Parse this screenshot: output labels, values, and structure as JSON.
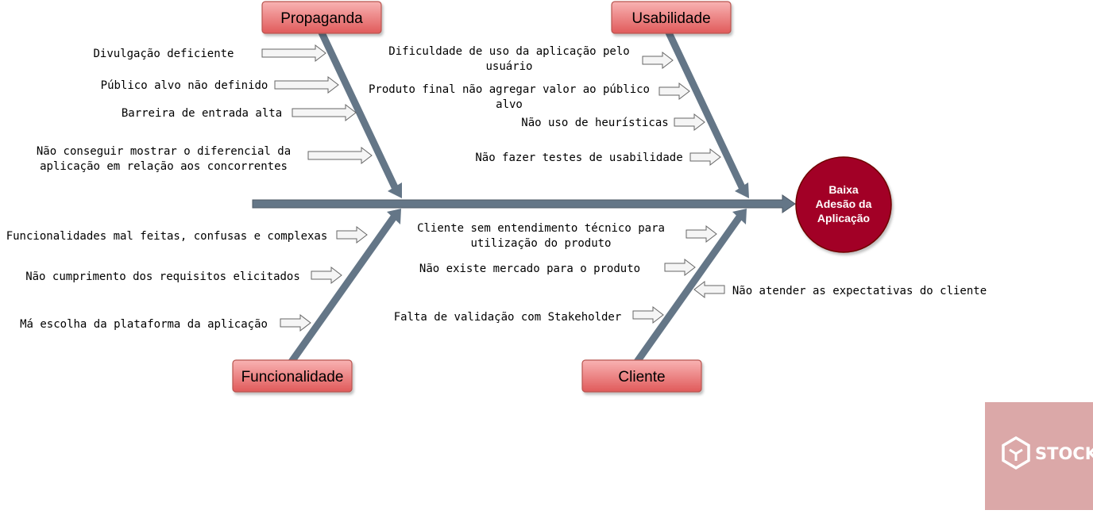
{
  "effect": {
    "lines": [
      "Baixa",
      "Adesão da",
      "Aplicação"
    ]
  },
  "categories": {
    "propaganda": {
      "label": "Propaganda",
      "causes": [
        [
          "Divulgação deficiente"
        ],
        [
          "Público alvo não definido"
        ],
        [
          "Barreira de entrada alta"
        ],
        [
          "Não conseguir mostrar o diferencial da",
          "aplicação em relação aos concorrentes"
        ]
      ]
    },
    "usabilidade": {
      "label": "Usabilidade",
      "causes": [
        [
          "Dificuldade de uso da aplicação pelo",
          "usuário"
        ],
        [
          "Produto final não agregar valor ao público",
          "alvo"
        ],
        [
          "Não uso de heurísticas"
        ],
        [
          "Não fazer testes de usabilidade"
        ]
      ]
    },
    "funcionalidade": {
      "label": "Funcionalidade",
      "causes": [
        [
          "Funcionalidades mal feitas, confusas e complexas"
        ],
        [
          "Não cumprimento dos requisitos elicitados"
        ],
        [
          "Má escolha da plataforma da aplicação"
        ]
      ]
    },
    "cliente": {
      "label": "Cliente",
      "causes": [
        [
          "Cliente sem entendimento técnico para",
          "utilização do produto"
        ],
        [
          "Não existe mercado para o produto"
        ],
        [
          "Não atender as expectativas do cliente"
        ],
        [
          "Falta de validação com Stakeholder"
        ]
      ]
    }
  },
  "watermark": {
    "text": "STOCK"
  },
  "colors": {
    "spine": "#647687",
    "category_box_top": "#f8b3b3",
    "category_box_bottom": "#e05a5a",
    "category_border": "#b85450",
    "effect_fill": "#a20025",
    "effect_border": "#6f0000",
    "watermark_bg": "#dba8a8"
  }
}
